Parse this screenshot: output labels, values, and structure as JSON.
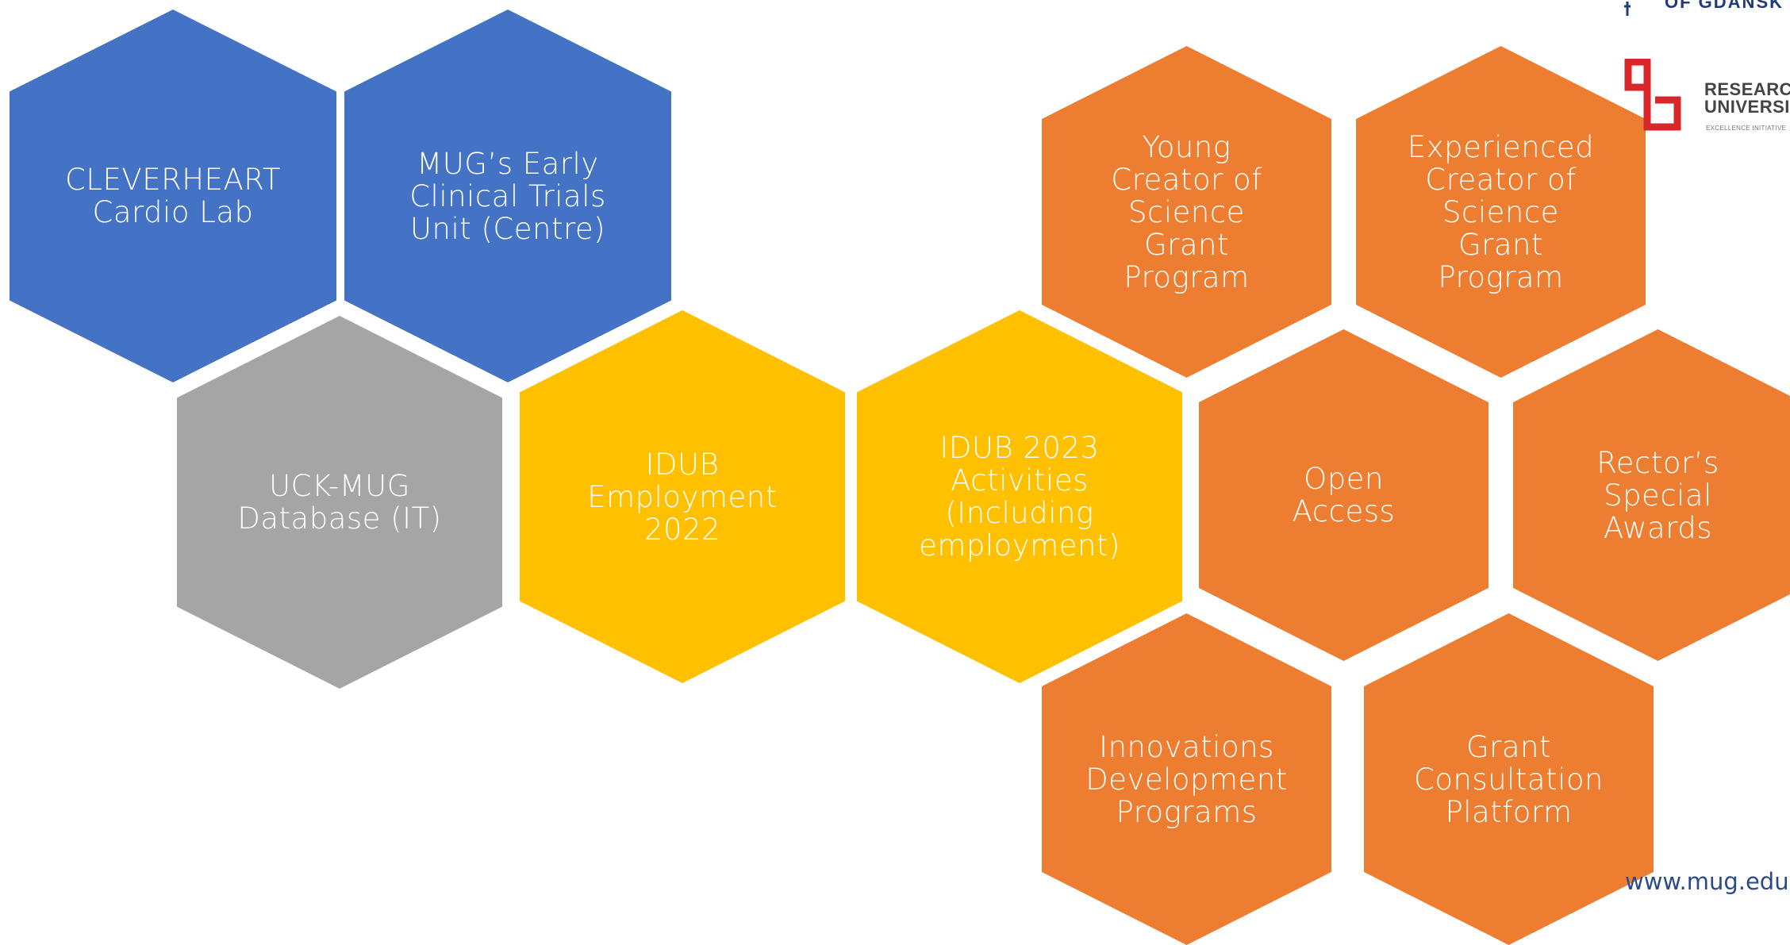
{
  "hexagons": [
    {
      "id": "h-cleverheart",
      "label": "CLEVERHEART\nCardio Lab",
      "color": "#4472c4"
    },
    {
      "id": "h-mug-ctu",
      "label": "MUG’s Early\nClinical Trials\nUnit (Centre)",
      "color": "#4472c4"
    },
    {
      "id": "h-uck",
      "label": "UCK-MUG\nDatabase (IT)",
      "color": "#a5a5a5"
    },
    {
      "id": "h-idub22",
      "label": "IDUB\nEmployment\n2022",
      "color": "#ffc000"
    },
    {
      "id": "h-idub23",
      "label": "IDUB 2023\nActivities\n(Including\nemployment)",
      "color": "#ffc000"
    },
    {
      "id": "h-young",
      "label": "Young\nCreator of\nScience\nGrant\nProgram",
      "color": "#ed7d31"
    },
    {
      "id": "h-experienced",
      "label": "Experienced\nCreator of\nScience\nGrant\nProgram",
      "color": "#ed7d31"
    },
    {
      "id": "h-open",
      "label": "Open\nAccess",
      "color": "#ed7d31"
    },
    {
      "id": "h-rector",
      "label": "Rector’s\nSpecial\nAwards",
      "color": "#ed7d31"
    },
    {
      "id": "h-innov",
      "label": "Innovations\nDevelopment\nPrograms",
      "color": "#ed7d31"
    },
    {
      "id": "h-grant",
      "label": "Grant\nConsultation\nPlatform",
      "color": "#ed7d31"
    }
  ],
  "header": {
    "university_text": "OF GDANSK",
    "research_logo_line1": "RESEARCH",
    "research_logo_line2": "UNIVERSITY",
    "research_logo_sub": "EXCELLENCE INITIATIVE",
    "logo_red": "#d9262b"
  },
  "footer": {
    "website": "www.mug.edu.pl"
  }
}
